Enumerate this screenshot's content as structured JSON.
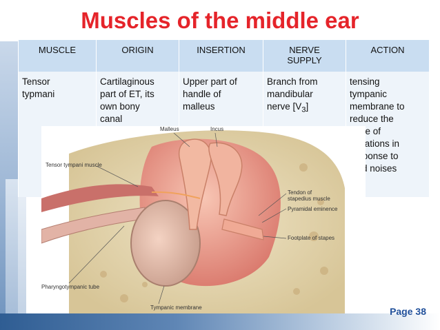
{
  "title": "Muscles of the middle ear",
  "table": {
    "headers": {
      "muscle": "MUSCLE",
      "origin": "ORIGIN",
      "insertion": "INSERTION",
      "nerve_line1": "NERVE",
      "nerve_line2": "SUPPLY",
      "action": "ACTION"
    },
    "row": {
      "muscle_line1": "Tensor",
      "muscle_line2": "typmani",
      "origin": [
        "Cartilaginous",
        "part of  ET,  its",
        "own bony",
        "canal"
      ],
      "insertion": [
        "Upper part of",
        "handle of",
        "malleus"
      ],
      "nerve_line1": "Branch from",
      "nerve_line2": "mandibular",
      "nerve_prefix": "nerve [V",
      "nerve_sub": "3",
      "nerve_suffix": "]",
      "action": [
        " tensing",
        "tympanic",
        "membrane to",
        "reduce the",
        "force of",
        "vibrations in",
        "response to",
        "loud noises"
      ]
    }
  },
  "diagram": {
    "labels": {
      "malleus": "Malleus",
      "incus": "Incus",
      "tensor_tympani": "Tensor tympani muscle",
      "tendon_line1": "Tendon of",
      "tendon_line2": "stapedius muscle",
      "pyramidal": "Pyramidal eminence",
      "footplate": "Footplate of stapes",
      "pharyngotympanic": "Pharyngotympanic tube",
      "tympanic_membrane": "Tympanic membrane"
    }
  },
  "footer": {
    "page": "Page 38"
  }
}
